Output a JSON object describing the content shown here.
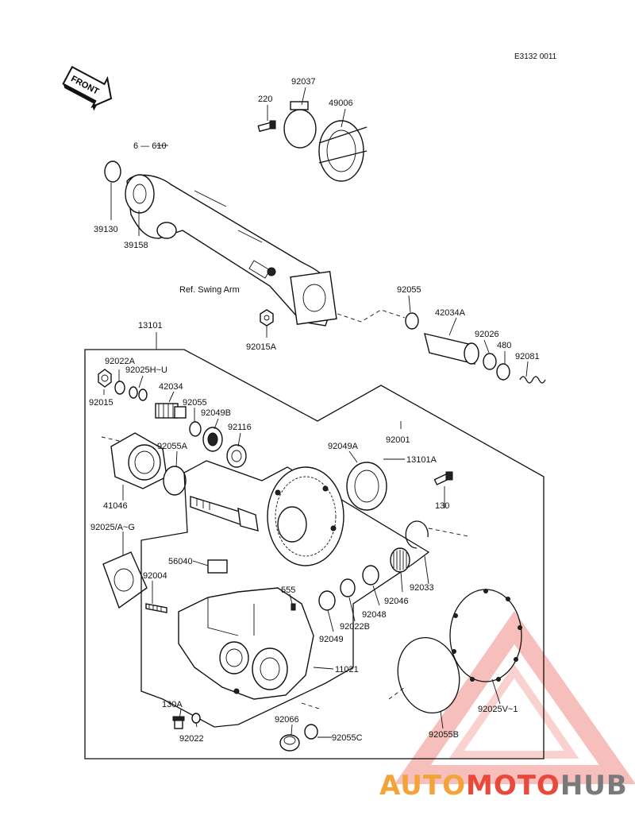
{
  "doc_code": "E3132 0011",
  "front_label": "FRONT",
  "ref_label": "Ref. Swing Arm",
  "watermark": {
    "part1": "AUTO",
    "part2": "MOTO",
    "part3": "HUB",
    "color_orange": "#f2a33a",
    "color_red": "#e8493b",
    "color_grey": "#7a7a7a"
  },
  "parts": {
    "p92037": "92037",
    "p220": "220",
    "p49006": "49006",
    "p6_610": "6 ― 610",
    "p39130": "39130",
    "p39158": "39158",
    "p92015A": "92015A",
    "p92055": "92055",
    "p42034A": "42034A",
    "p92026": "92026",
    "p480": "480",
    "p92081": "92081",
    "p13101": "13101",
    "p92022A": "92022A",
    "p92025H_U": "92025H~U",
    "p42034": "42034",
    "p92015": "92015",
    "p92055b": "92055",
    "p92049B": "92049B",
    "p92116": "92116",
    "p92001": "92001",
    "p92055A": "92055A",
    "p92049A": "92049A",
    "p13101A": "13101A",
    "p130": "130",
    "p41046": "41046",
    "p92025A_G": "92025/A~G",
    "p56040": "56040",
    "p92004": "92004",
    "p555": "555",
    "p92033": "92033",
    "p92046": "92046",
    "p92048": "92048",
    "p92022B": "92022B",
    "p92049": "92049",
    "p11021": "11021",
    "p130A": "130A",
    "p92022": "92022",
    "p92066": "92066",
    "p92055C": "92055C",
    "p92055B": "92055B",
    "p92025V_1": "92025V~1"
  }
}
